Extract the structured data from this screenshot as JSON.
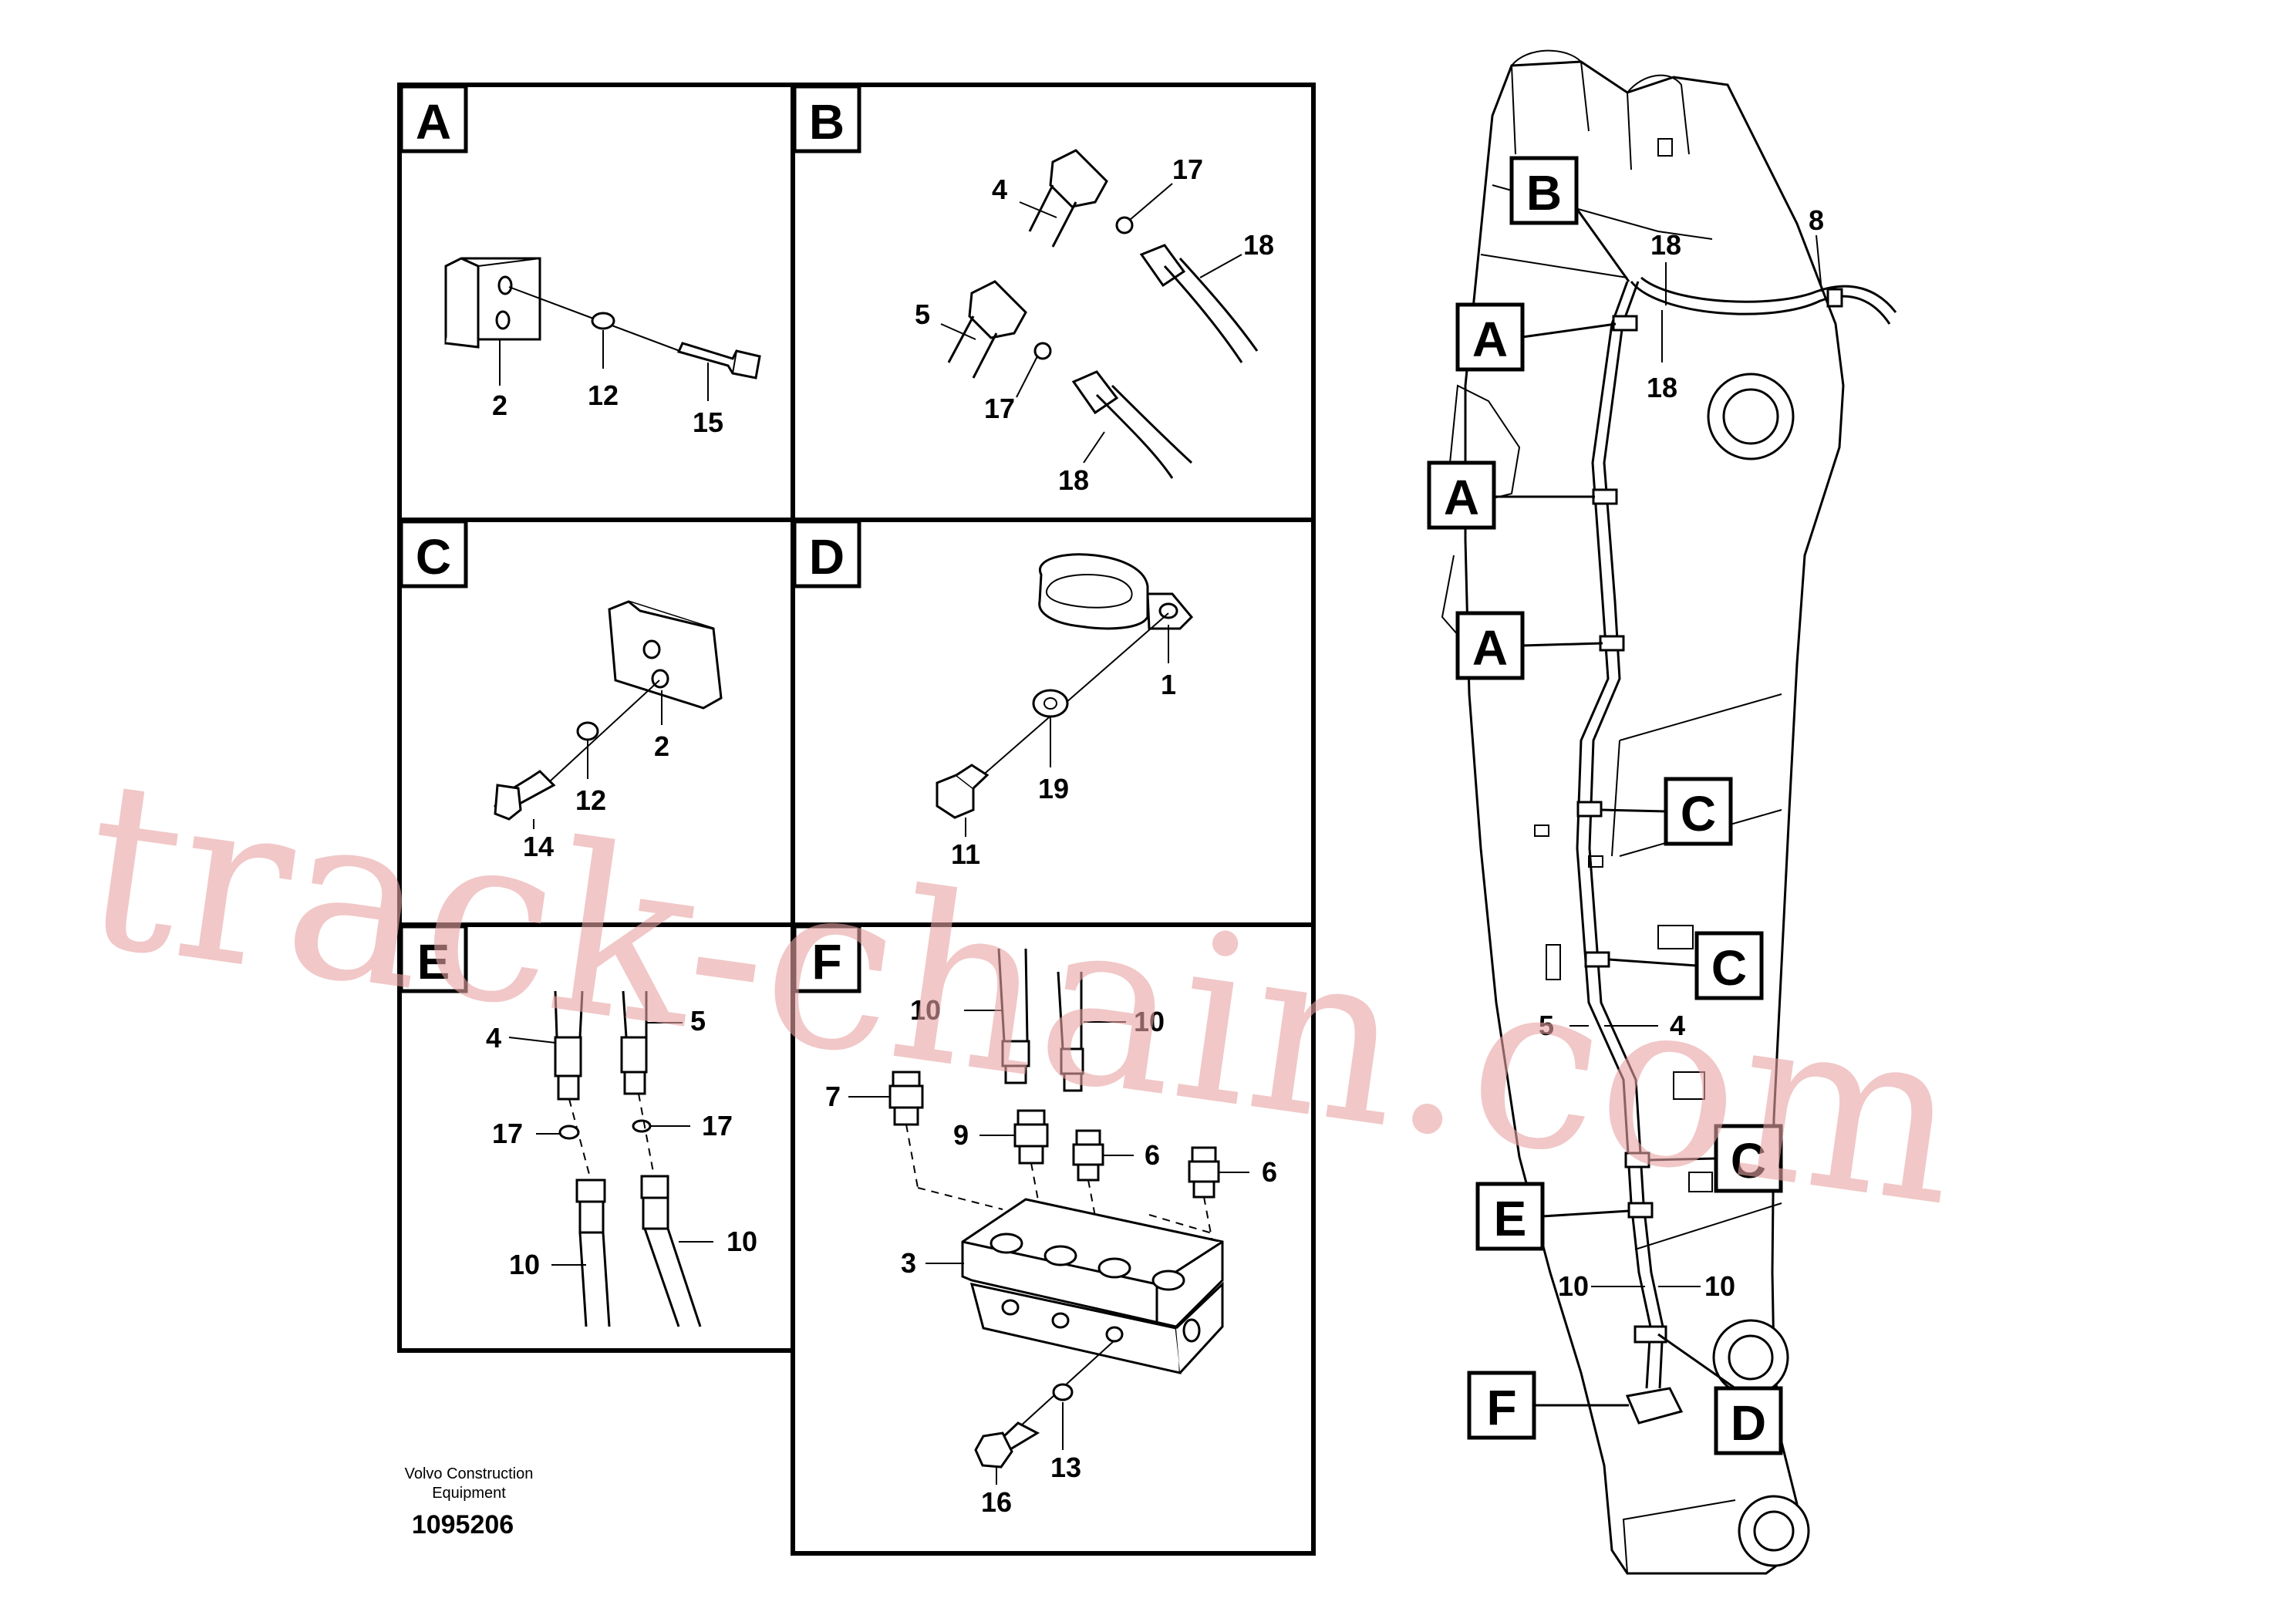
{
  "watermark": "track-chain.com",
  "footer": {
    "brand_line1": "Volvo Construction",
    "brand_line2": "Equipment",
    "drawing_number": "1095206"
  },
  "panels": {
    "A": {
      "letter": "A",
      "labels": {
        "p2": "2",
        "p12": "12",
        "p15": "15"
      }
    },
    "B": {
      "letter": "B",
      "labels": {
        "p4": "4",
        "p17a": "17",
        "p18a": "18",
        "p5": "5",
        "p17b": "17",
        "p18b": "18"
      }
    },
    "C": {
      "letter": "C",
      "labels": {
        "p2": "2",
        "p12": "12",
        "p14": "14"
      }
    },
    "D": {
      "letter": "D",
      "labels": {
        "p1": "1",
        "p19": "19",
        "p11": "11"
      }
    },
    "E": {
      "letter": "E",
      "labels": {
        "p4": "4",
        "p5": "5",
        "p17a": "17",
        "p17b": "17",
        "p10a": "10",
        "p10b": "10"
      }
    },
    "F": {
      "letter": "F",
      "labels": {
        "p10a": "10",
        "p10b": "10",
        "p7": "7",
        "p9": "9",
        "p6a": "6",
        "p6b": "6",
        "p3": "3",
        "p13": "13",
        "p16": "16"
      }
    }
  },
  "overview": {
    "callouts": {
      "B": "B",
      "A1": "A",
      "A2": "A",
      "A3": "A",
      "C1": "C",
      "C2": "C",
      "C3": "C",
      "E": "E",
      "F": "F",
      "D": "D"
    },
    "labels": {
      "p8": "8",
      "p18a": "18",
      "p18b": "18",
      "p5": "5",
      "p4": "4",
      "p10a": "10",
      "p10b": "10"
    }
  }
}
